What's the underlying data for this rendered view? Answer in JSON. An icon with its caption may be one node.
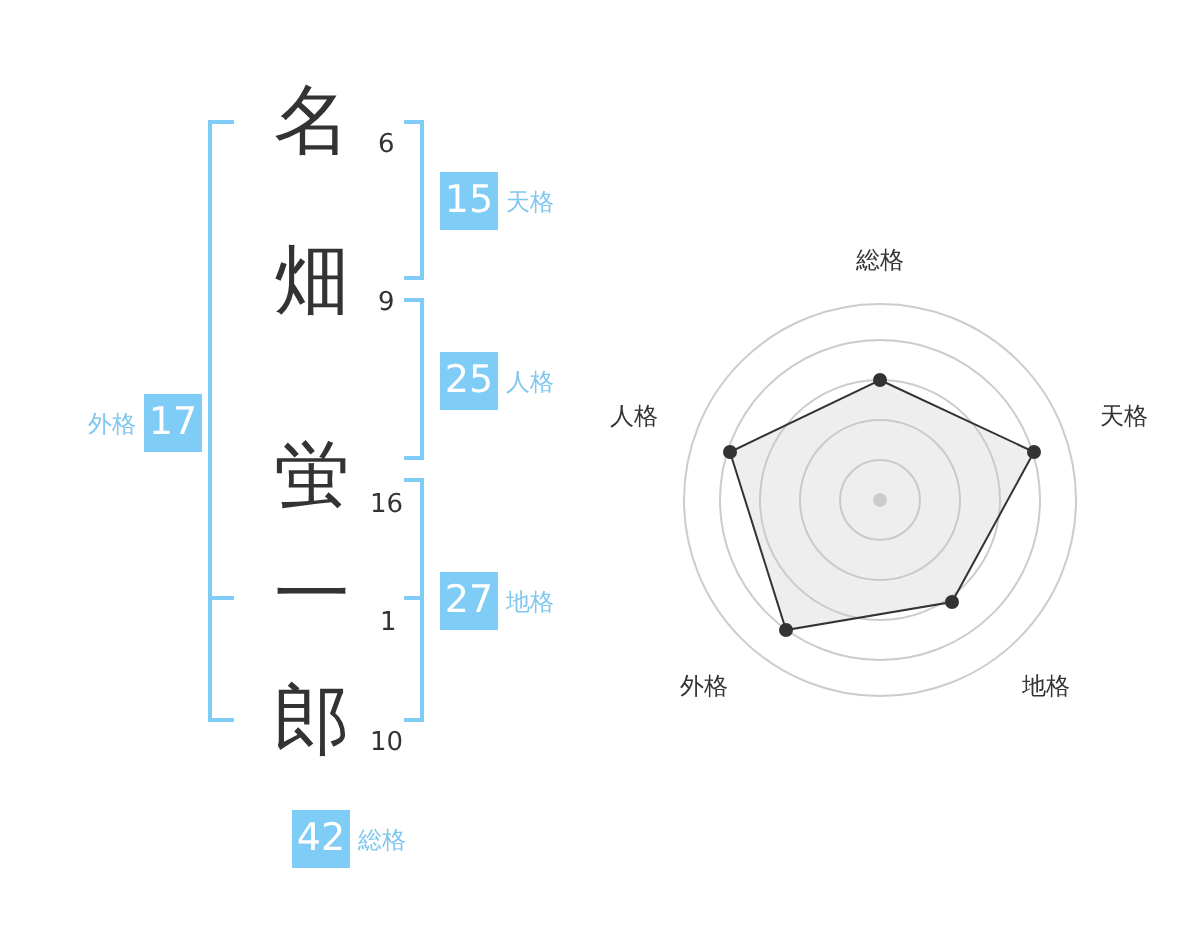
{
  "diagram": {
    "nodes": [
      {
        "text": [
          "15"
        ],
        "beside": [
          "天格"
        ]
      },
      {
        "text": [
          "25"
        ],
        "beside": [
          "人格"
        ]
      },
      {
        "text": [
          "27"
        ],
        "beside": [
          "地格"
        ]
      },
      {
        "text": [
          "17"
        ],
        "beside": [
          "外格"
        ]
      },
      {
        "text": [
          "42"
        ],
        "beside": [
          "総格"
        ]
      }
    ],
    "labels": [
      "名",
      "6",
      "畑",
      "9",
      "蛍",
      "16",
      "一",
      "1",
      "郎",
      "10",
      "総格",
      "人格",
      "天格",
      "外格",
      "地格"
    ]
  }
}
